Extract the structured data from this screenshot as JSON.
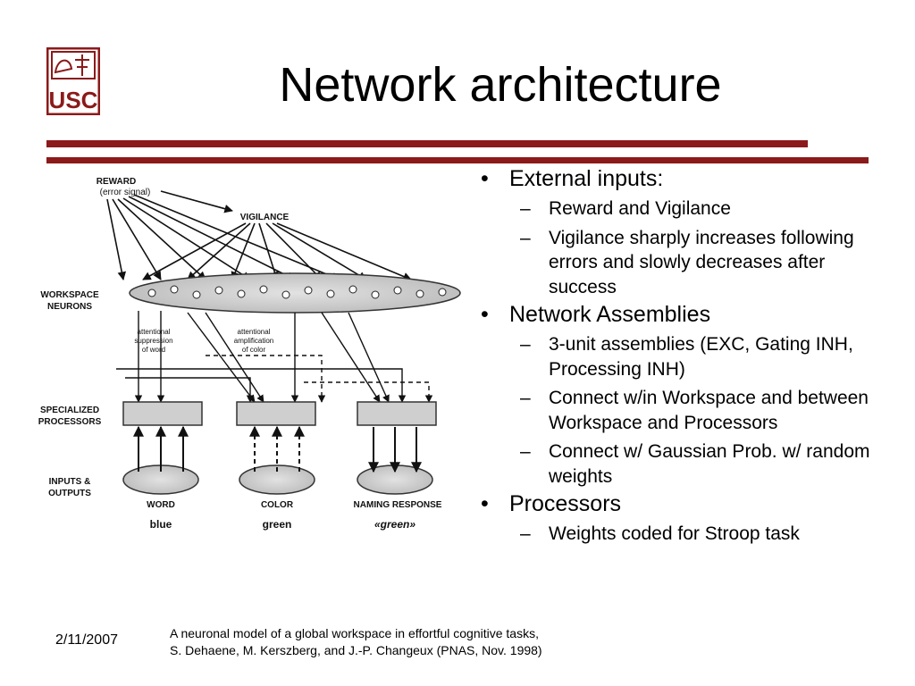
{
  "slide": {
    "title": "Network architecture",
    "logo_text": "USC",
    "date": "2/11/2007",
    "citation": [
      "A neuronal model of a global workspace in effortful cognitive tasks,",
      "S. Dehaene, M. Kerszberg, and J.-P. Changeux (PNAS, Nov. 1998)"
    ],
    "colors": {
      "accent": "#8b1a1a"
    }
  },
  "bullets": [
    {
      "text": "External inputs:",
      "subs": [
        "Reward and Vigilance",
        "Vigilance sharply increases following errors and slowly decreases after success"
      ]
    },
    {
      "text": "Network Assemblies",
      "subs": [
        "3-unit assemblies (EXC, Gating INH, Processing INH)",
        "Connect w/in Workspace and between Workspace and Processors",
        "Connect w/ Gaussian Prob. w/ random weights"
      ]
    },
    {
      "text": "Processors",
      "subs": [
        "Weights coded for Stroop task"
      ]
    }
  ],
  "diagram": {
    "reward": "REWARD",
    "reward_sub": "(error signal)",
    "vigilance": "VIGILANCE",
    "workspace": [
      "WORKSPACE",
      "NEURONS"
    ],
    "suppression": [
      "attentional",
      "suppression",
      "of word"
    ],
    "amplification": [
      "attentional",
      "amplification",
      "of color"
    ],
    "specialized": [
      "SPECIALIZED",
      "PROCESSORS"
    ],
    "inputs": [
      "INPUTS &",
      "OUTPUTS"
    ],
    "word": "WORD",
    "color": "COLOR",
    "naming": "NAMING RESPONSE",
    "blue": "blue",
    "green": "green",
    "green_q": "«green»"
  }
}
